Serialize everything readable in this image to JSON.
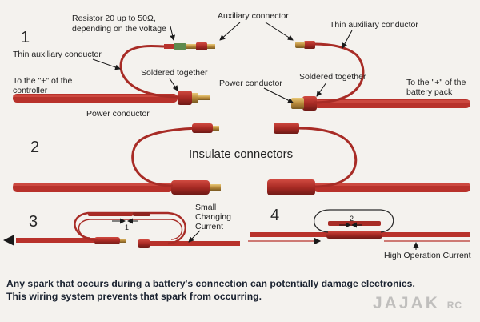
{
  "labels": {
    "step1": "1",
    "step2": "2",
    "step3": "3",
    "step4": "4",
    "resistor_line1": "Resistor 20 up to 50Ω,",
    "resistor_line2": "depending on the voltage",
    "auxiliary_connector": "Auxiliary connector",
    "thin_aux_left": "Thin auxiliary conductor",
    "thin_aux_right": "Thin auxiliary conductor",
    "to_controller_line1": "To the \"+\" of the",
    "to_controller_line2": "controller",
    "soldered_left": "Soldered together",
    "soldered_right": "Soldered together",
    "power_conductor_mid": "Power conductor",
    "to_battery_line1": "To the \"+\" of the",
    "to_battery_line2": "battery pack",
    "power_conductor_left": "Power conductor",
    "insulate": "Insulate connectors",
    "small_current_line1": "Small",
    "small_current_line2": "Changing",
    "small_current_line3": "Current",
    "marker1": "1",
    "marker2": "2",
    "high_current": "High Operation Current"
  },
  "caption": {
    "line1": "Any spark that occurs during a battery's connection can potentially damage electronics.",
    "line2": "This wiring system prevents that spark from occurring."
  },
  "watermark": {
    "brand": "JAJAK",
    "suffix": "RC"
  },
  "colors": {
    "wire": "#b8322b",
    "wire_dark": "#8e2420",
    "brass": "#c9a04a",
    "resistor": "#5e8a4e"
  }
}
